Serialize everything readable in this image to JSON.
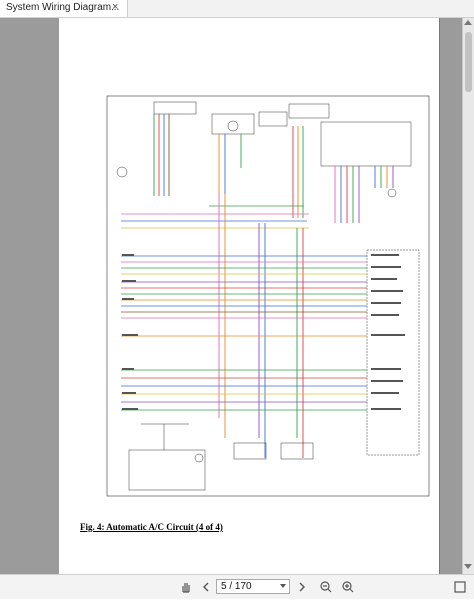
{
  "tab": {
    "title": "System Wiring Diagram...",
    "close_glyph": "×"
  },
  "document": {
    "caption": "Fig. 4: Automatic A/C Circuit (4 of 4)"
  },
  "toolbar": {
    "page_display": "5 / 170",
    "icons": [
      "hand-tool-icon",
      "prev-page-icon",
      "next-page-icon",
      "zoom-out-icon",
      "zoom-in-icon",
      "fit-page-icon"
    ]
  },
  "colors": {
    "viewer_bg": "#9b9b9b",
    "wire_blue": "#3f6fd8",
    "wire_green": "#3aa048",
    "wire_red": "#d84040",
    "wire_orange": "#e08a2a",
    "wire_purple": "#8a4fc8",
    "wire_pink": "#e06ab0",
    "wire_yellow": "#d6c23a",
    "wire_brown": "#8a5a2a"
  }
}
